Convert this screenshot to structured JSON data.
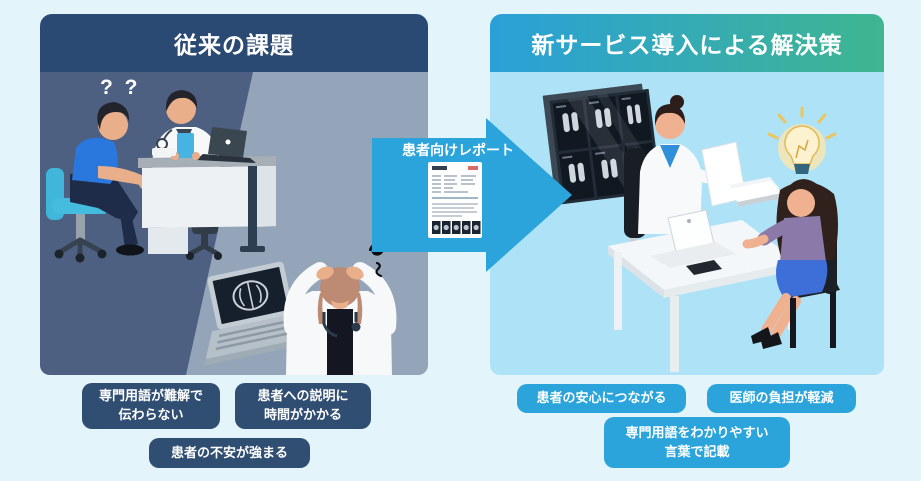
{
  "page": {
    "background": "#e3f4fb",
    "type": "before-after medical service infographic"
  },
  "left_panel": {
    "title": "従来の課題",
    "question_marks": "? ?",
    "colors": {
      "header_bg": "#2b4a73",
      "body_dark": "#4d6082",
      "body_light": "#94a5ba",
      "badge_bg": "#304e72"
    },
    "badges": [
      {
        "text": "専門用語が難解で\n伝わらない"
      },
      {
        "text": "患者への説明に\n時間がかかる"
      },
      {
        "text": "患者の不安が強まる"
      }
    ],
    "illustration_icons": [
      "patient-sitting-icon",
      "doctor-at-desk-icon",
      "laptop-icon",
      "brain-scan-laptop-icon",
      "stressed-doctor-icon",
      "confusion-scribble-icon"
    ]
  },
  "arrow": {
    "label": "患者向けレポート",
    "color": "#2ba4dc",
    "icon": "patient-report-document-icon"
  },
  "right_panel": {
    "title": "新サービス導入による解決策",
    "colors": {
      "header_gradient_start": "#2aa0d8",
      "header_gradient_end": "#3fb591",
      "body_bg": "#aee3f7",
      "badge_bg": "#2ba4dc"
    },
    "badges": [
      {
        "text": "患者の安心につながる"
      },
      {
        "text": "医師の負担が軽減"
      },
      {
        "text": "専門用語をわかりやすい\n言葉で記載"
      }
    ],
    "illustration_icons": [
      "medical-scan-wall-icon",
      "doctor-explaining-icon",
      "report-paper-icon",
      "desk-laptop-icon",
      "papers-stack-icon",
      "lightbulb-idea-icon",
      "patient-listening-icon"
    ]
  }
}
